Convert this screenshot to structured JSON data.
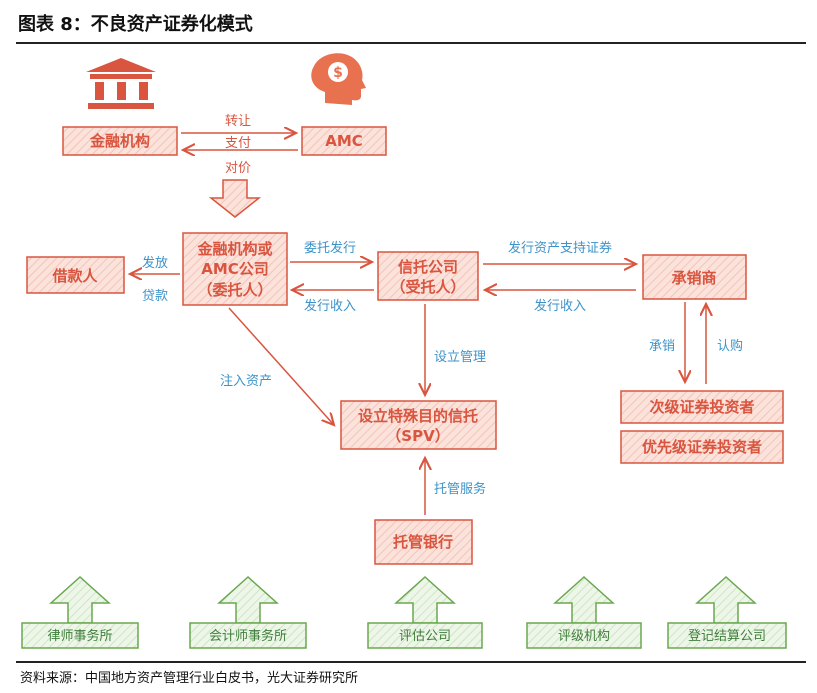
{
  "header": {
    "title": "图表 8：不良资产证券化模式"
  },
  "footer": {
    "source": "资料来源：中国地方资产管理行业白皮书，光大证券研究所"
  },
  "nodes": {
    "financial_institution": "金融机构",
    "amc": "AMC",
    "originator": [
      "金融机构或",
      "AMC公司",
      "（委托人）"
    ],
    "borrower": "借款人",
    "trust_company": [
      "信托公司",
      "（受托人）"
    ],
    "underwriter": "承销商",
    "subordinated_investor": "次级证券投资者",
    "senior_investor": "优先级证券投资者",
    "spv": [
      "设立特殊目的信托",
      "（SPV）"
    ],
    "custodian_bank": "托管银行"
  },
  "edges": {
    "transfer": "转让",
    "pay": "支付",
    "consideration": "对价",
    "lend": "发放",
    "loan": "贷款",
    "entrust_issue": "委托发行",
    "issue_income_1": "发行收入",
    "issue_abs": "发行资产支持证券",
    "issue_income_2": "发行收入",
    "underwrite": "承销",
    "subscribe": "认购",
    "inject_assets": "注入资产",
    "set_up_manage": "设立管理",
    "custody_service": "托管服务"
  },
  "service_providers": [
    "律师事务所",
    "会计师事务所",
    "评估公司",
    "评级机构",
    "登记结算公司"
  ],
  "colors": {
    "red": "#d9553f",
    "red_fill": "#fbe3dc",
    "blue": "#3d93c9",
    "green": "#6aa84f",
    "green_fill": "#e6f2df"
  }
}
